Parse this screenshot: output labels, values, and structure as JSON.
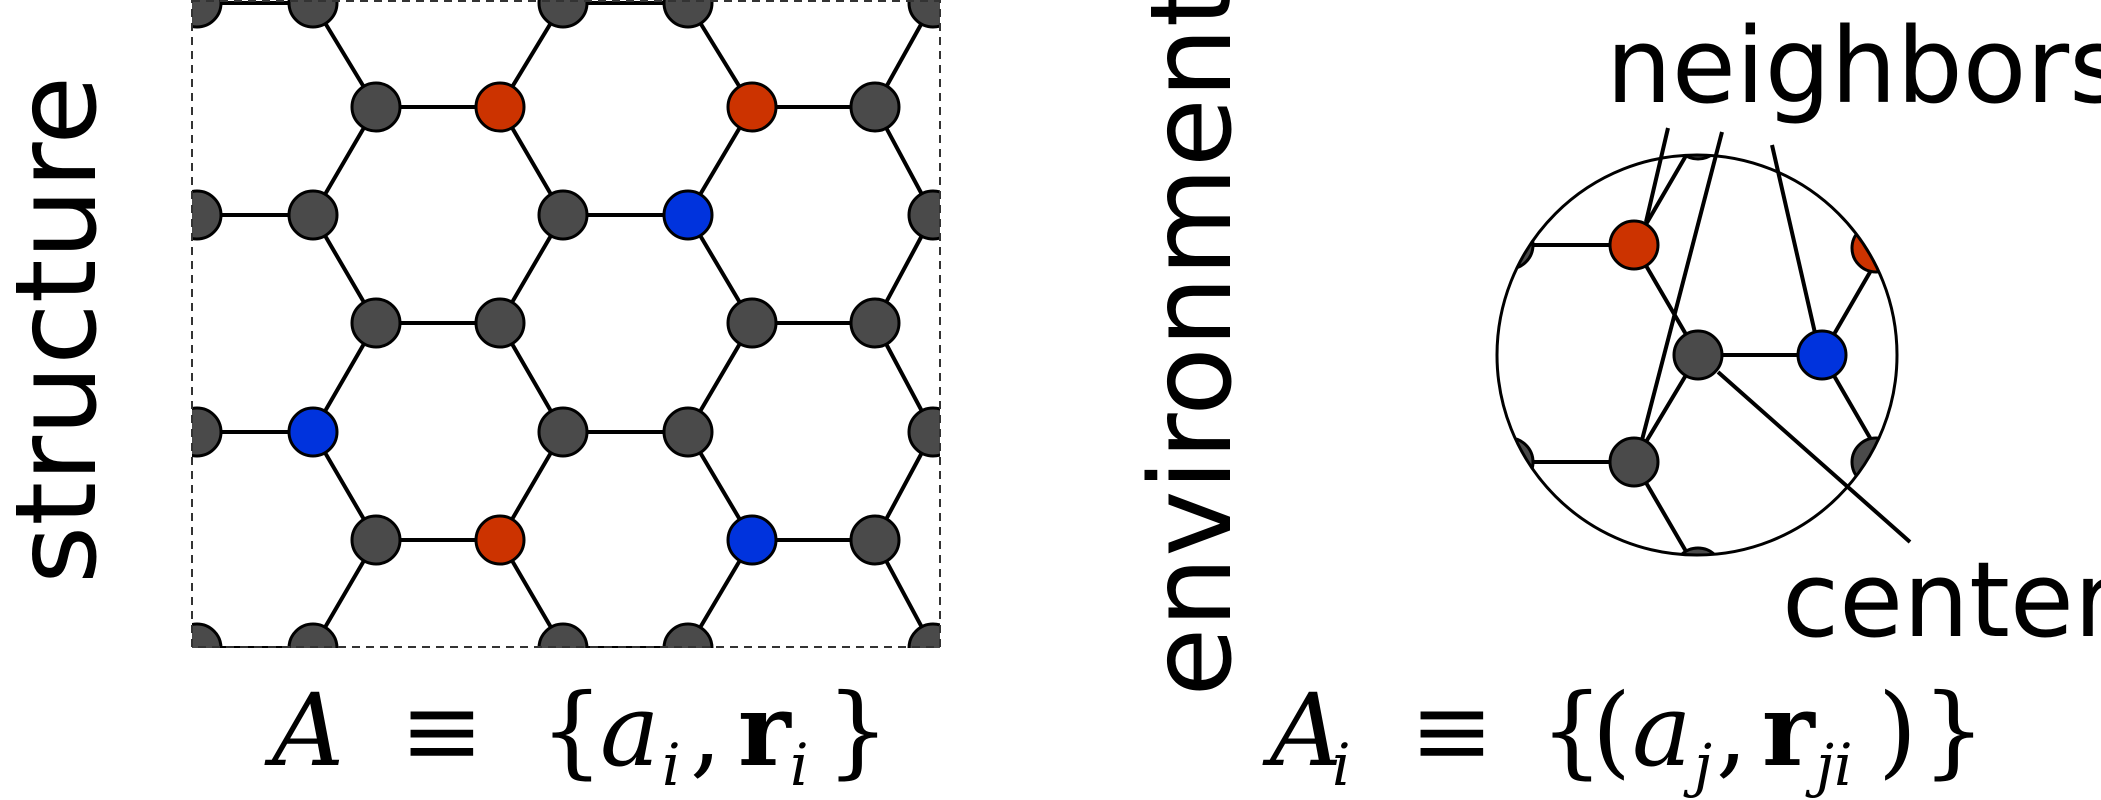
{
  "labels": {
    "structure": "structure",
    "environment": "environment",
    "neighbors": "neighbors",
    "center": "center"
  },
  "equations": {
    "structure": {
      "lhs": "A",
      "op": "≡",
      "set": [
        "{",
        "a",
        "i",
        ",",
        "r",
        "i",
        "}"
      ]
    },
    "environment": {
      "lhs": "A",
      "lhs_sub": "i",
      "op": "≡"
    }
  },
  "colors": {
    "atom_gray": "#4a4a4a",
    "atom_red": "#cc3300",
    "atom_blue": "#0033dd",
    "bond": "#000000",
    "cell_border": "#333333"
  }
}
